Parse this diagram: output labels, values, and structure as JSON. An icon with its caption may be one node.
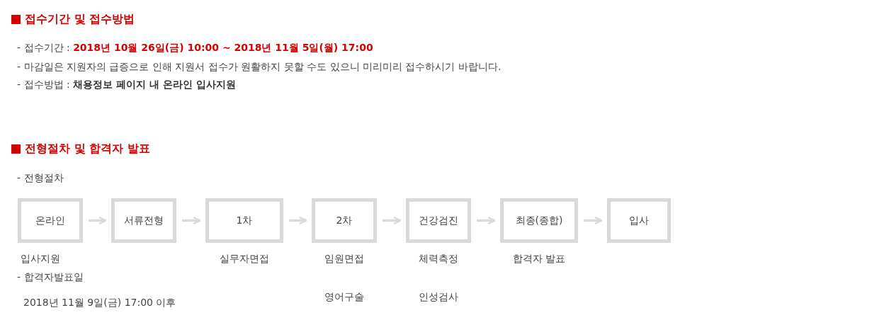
{
  "diagram": {
    "nodes": [
      {
        "text": [
          "온라인"
        ],
        "beside": [
          "입사지원"
        ]
      },
      {
        "text": [
          "서류전형"
        ]
      },
      {
        "text": [
          "1차"
        ],
        "beside": [
          "실무자면접"
        ]
      },
      {
        "text": [
          "2차"
        ],
        "beside": [
          "임원면접",
          "영어구술"
        ]
      },
      {
        "text": [
          "건강검진"
        ],
        "beside": [
          "체력측정",
          "인성검사"
        ]
      },
      {
        "text": [
          "최종(종합)"
        ],
        "beside": [
          "합격자 발표"
        ]
      },
      {
        "text": [
          "입사"
        ]
      }
    ],
    "edges": [
      {
        "from": 0,
        "to": 1,
        "arrow": "to"
      },
      {
        "from": 1,
        "to": 2,
        "arrow": "to"
      },
      {
        "from": 2,
        "to": 3,
        "arrow": "to"
      },
      {
        "from": 3,
        "to": 4,
        "arrow": "to"
      },
      {
        "from": 4,
        "to": 5,
        "arrow": "to"
      },
      {
        "from": 5,
        "to": 6,
        "arrow": "to"
      }
    ],
    "labels": [
      "접수기간 및 접수방법",
      "- 접수기간 : **2018년 10월 26일(금) 10:00 ~ 2018년 11월 5일(월) 17:00**",
      "- 마감일은 지원자의 급증으로 인해 지원서 접수가 원활하지 못할 수도 있으니 미리미리 접수하시기 바랍니다.",
      "- 접수방법 : **채용정보 페이지 내 온라인 입사지원**",
      "전형절차 및 합격자 발표",
      "- 전형절차",
      "- 합격자발표일",
      "2018년 11월 9일(금) 17:00 이후"
    ]
  }
}
